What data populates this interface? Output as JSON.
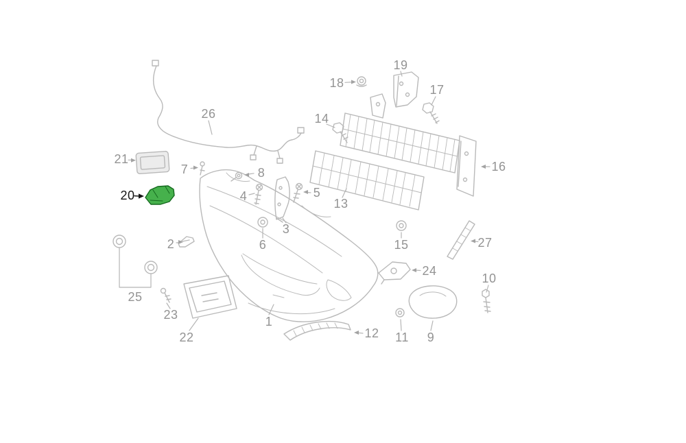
{
  "diagram": {
    "kind": "exploded parts diagram",
    "subject": "front bumper assembly",
    "background_color": "#ffffff",
    "line_color": "#b9b9b9",
    "label_color": "#939393",
    "highlight": {
      "part_number": "20",
      "fill_color": "#46b14c",
      "outline_color": "#14691e",
      "label_color": "#141414"
    }
  },
  "labels": {
    "1": "1",
    "2": "2",
    "3": "3",
    "4": "4",
    "5": "5",
    "6": "6",
    "7": "7",
    "8": "8",
    "9": "9",
    "10": "10",
    "11": "11",
    "12": "12",
    "13": "13",
    "14": "14",
    "15": "15",
    "16": "16",
    "17": "17",
    "18": "18",
    "19": "19",
    "20": "20",
    "21": "21",
    "22": "22",
    "23": "23",
    "24": "24",
    "25": "25",
    "26": "26",
    "27": "27"
  }
}
